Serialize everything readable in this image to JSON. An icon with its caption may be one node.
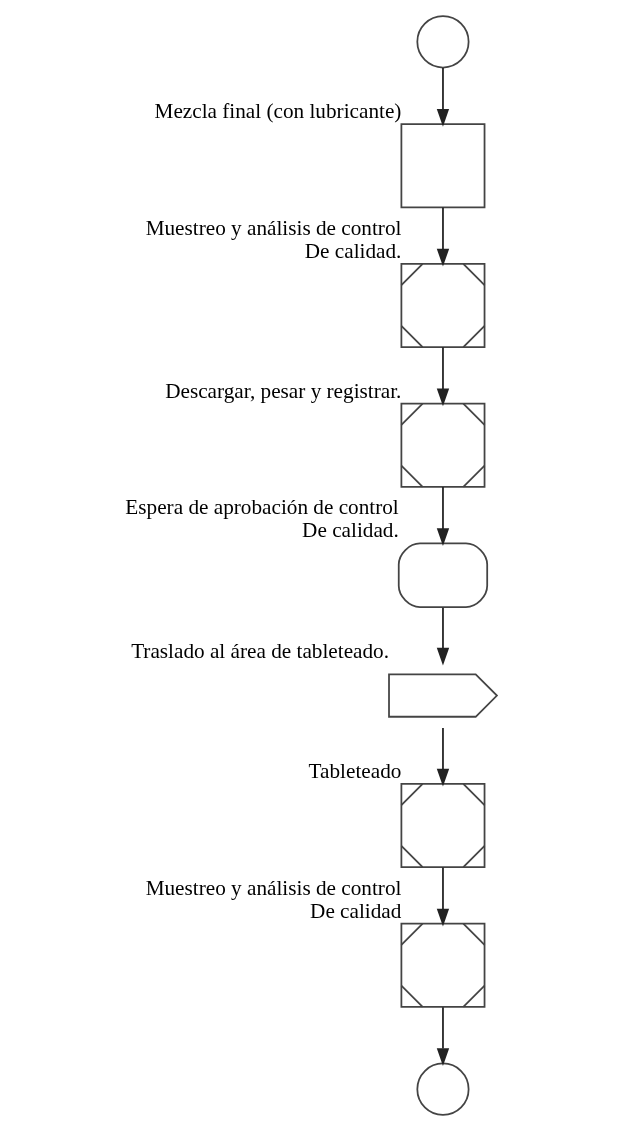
{
  "diagram": {
    "nodes": [
      {
        "text": [],
        "shape": "circle"
      },
      {
        "text": [],
        "shape": "box",
        "beside": [
          "Mezcla final (con lubricante)"
        ]
      },
      {
        "text": [],
        "shape": "boxcircle",
        "beside": [
          "Muestreo y análisis de control De calidad."
        ]
      },
      {
        "text": [],
        "shape": "boxcircle",
        "beside": [
          "Descargar, pesar y registrar."
        ]
      },
      {
        "text": [],
        "shape": "delay",
        "beside": [
          "Espera de aprobación de control De calidad."
        ]
      },
      {
        "text": [],
        "shape": "arrow",
        "beside": [
          "Traslado al área de tableteado."
        ]
      },
      {
        "text": [],
        "shape": "boxcircle",
        "beside": [
          "Tableteado"
        ]
      },
      {
        "text": [],
        "shape": "boxcircle",
        "beside": [
          "Muestreo y análisis de control De calidad"
        ]
      },
      {
        "text": [],
        "shape": "circle"
      }
    ],
    "edges": [
      {
        "from": 0,
        "to": 1,
        "arrow": "to"
      },
      {
        "from": 1,
        "to": 2,
        "arrow": "to"
      },
      {
        "from": 2,
        "to": 3,
        "arrow": "to"
      },
      {
        "from": 3,
        "to": 4,
        "arrow": "to"
      },
      {
        "from": 4,
        "to": 5,
        "arrow": "to"
      },
      {
        "from": 5,
        "to": 6,
        "arrow": "to"
      },
      {
        "from": 6,
        "to": 7,
        "arrow": "to"
      },
      {
        "from": 7,
        "to": 8,
        "arrow": "to"
      }
    ]
  }
}
